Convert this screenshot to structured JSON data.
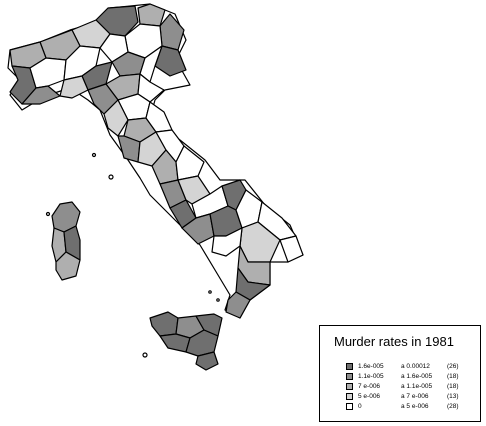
{
  "map": {
    "title": "Murder rates in 1981",
    "legend": [
      {
        "lower": "1.6e-005",
        "upper": "a 0.00012",
        "count": "(26)",
        "color": "#6f6f6f"
      },
      {
        "lower": "1.1e-005",
        "upper": "a 1.6e-005",
        "count": "(18)",
        "color": "#8e8e8e"
      },
      {
        "lower": "7 e-006",
        "upper": "a 1.1e-005",
        "count": "(18)",
        "color": "#afafaf"
      },
      {
        "lower": "5 e-006",
        "upper": "a 7 e-006",
        "count": "(13)",
        "color": "#d4d4d4"
      },
      {
        "lower": "0",
        "upper": "a 5 e-006",
        "count": "(28)",
        "color": "#ffffff"
      }
    ]
  }
}
